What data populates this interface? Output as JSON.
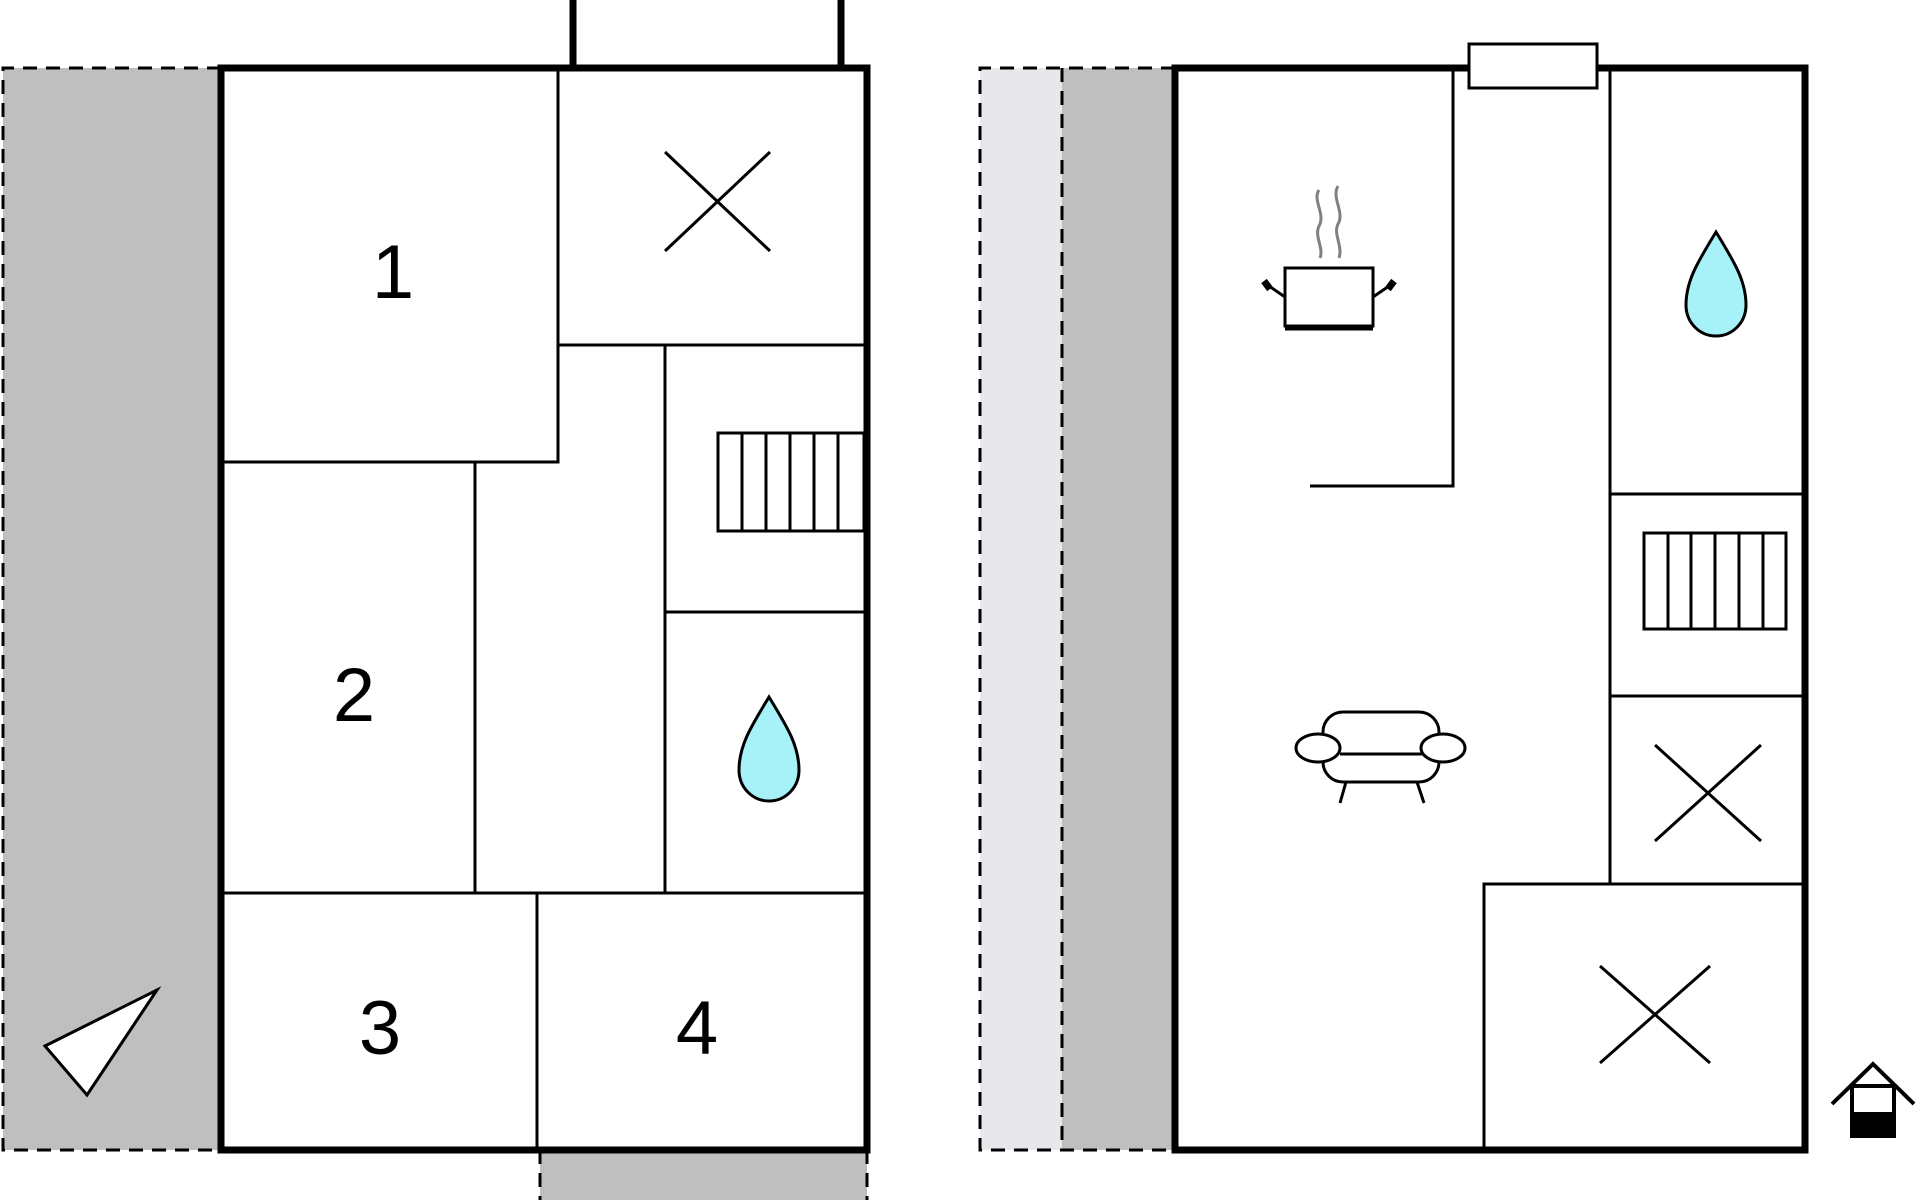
{
  "colors": {
    "wall": "#000000",
    "terrace": "#bfbfc0",
    "terrace_light": "#e8e8ec",
    "water": "#a6f2f8",
    "background": "#ffffff"
  },
  "ground_floor": {
    "rooms": [
      {
        "label": "1",
        "type": "bedroom"
      },
      {
        "label": "2",
        "type": "bedroom"
      },
      {
        "label": "3",
        "type": "bedroom"
      },
      {
        "label": "4",
        "type": "bedroom"
      }
    ],
    "icons": [
      "room-x-icon",
      "stairs-icon",
      "bathroom-water-drop-icon",
      "north-arrow-icon"
    ]
  },
  "upper_floor": {
    "icons": [
      "kitchen-pot-icon",
      "bathroom-water-drop-icon",
      "stairs-icon",
      "living-room-sofa-icon",
      "room-x-icon",
      "room-x-icon",
      "house-entrance-icon"
    ]
  }
}
